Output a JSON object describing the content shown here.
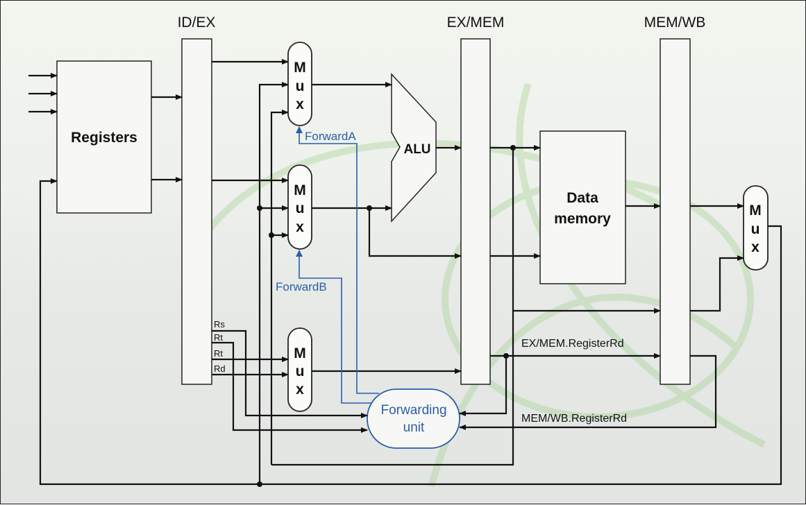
{
  "pipeline_registers": {
    "id_ex": "ID/EX",
    "ex_mem": "EX/MEM",
    "mem_wb": "MEM/WB"
  },
  "blocks": {
    "registers": "Registers",
    "alu": "ALU",
    "data_memory_line1": "Data",
    "data_memory_line2": "memory",
    "mux": [
      "M",
      "u",
      "x"
    ],
    "forwarding_unit_line1": "Forwarding",
    "forwarding_unit_line2": "unit"
  },
  "signals": {
    "forward_a": "ForwardA",
    "forward_b": "ForwardB",
    "rs": "Rs",
    "rt1": "Rt",
    "rt2": "Rt",
    "rd": "Rd",
    "ex_mem_rd": "EX/MEM.RegisterRd",
    "mem_wb_rd": "MEM/WB.RegisterRd"
  },
  "colors": {
    "wire": "#111111",
    "control": "#2a5ea8",
    "background_motif": "#9fcf8a"
  }
}
